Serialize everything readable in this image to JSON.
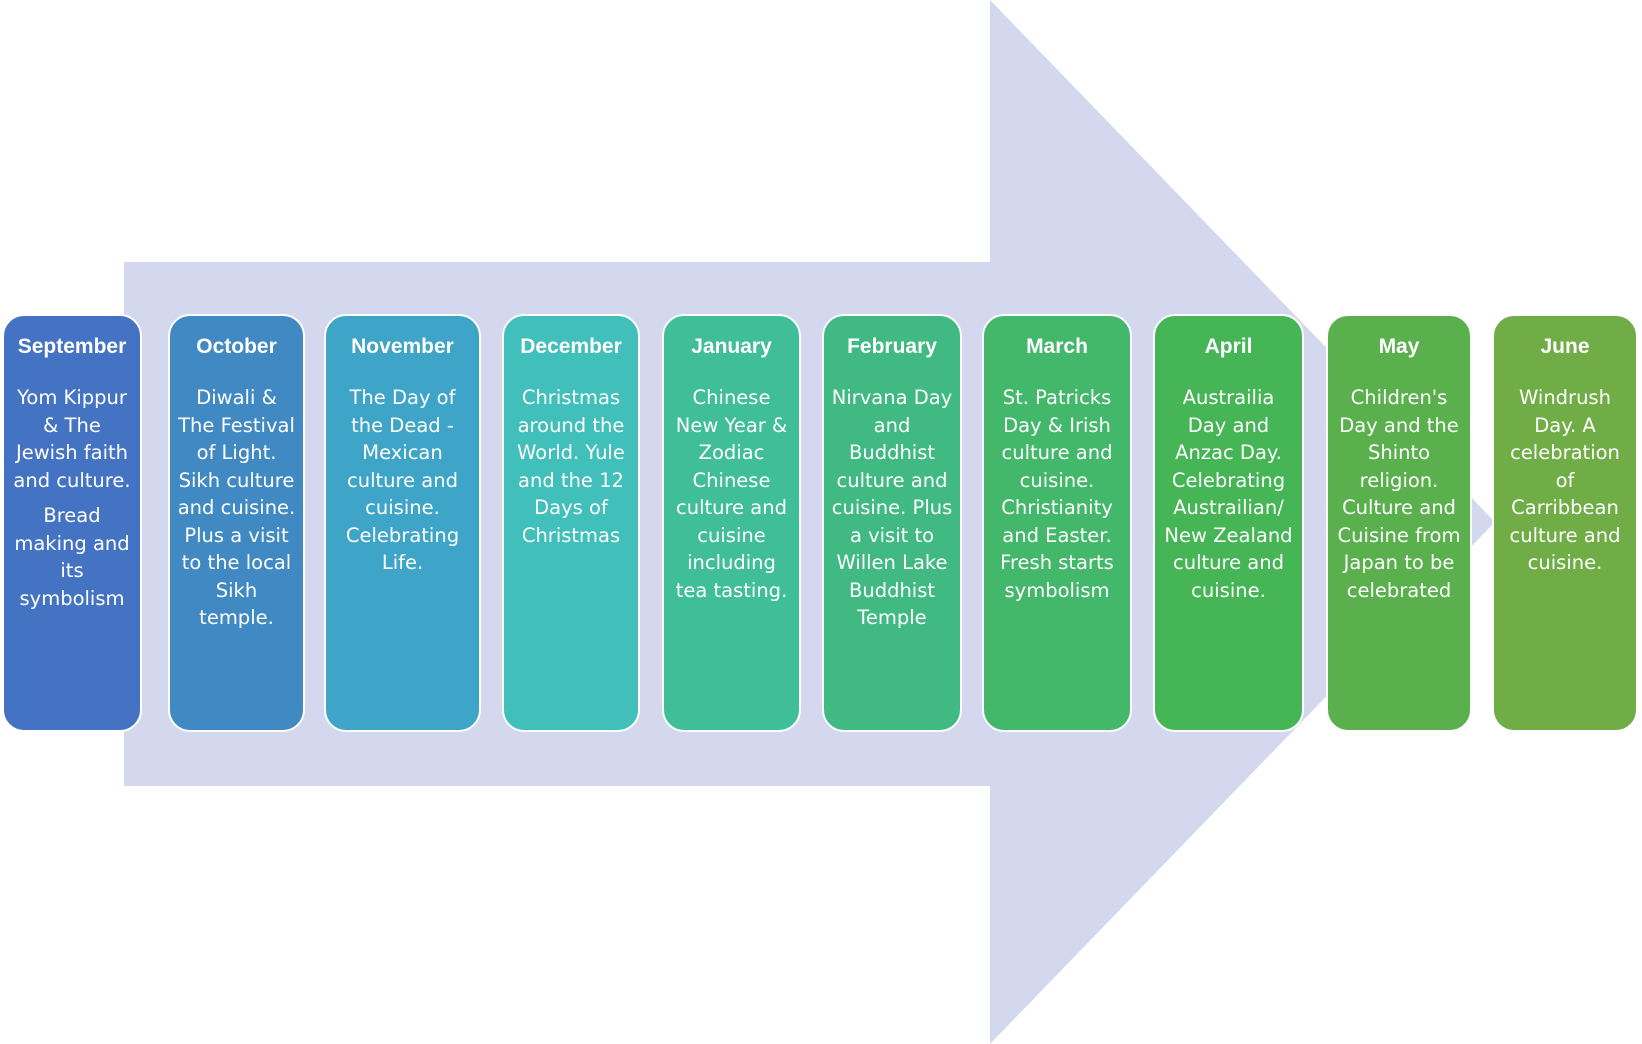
{
  "colors": {
    "arrow": "#d3d8ee",
    "card_text": "#ffffff",
    "card_border": "#ffffff"
  },
  "timeline": [
    {
      "month": "September",
      "text": "Yom Kippur & The Jewish faith and culture.",
      "text2": "Bread making and its symbolism",
      "color": "#4573c4"
    },
    {
      "month": "October",
      "text": "Diwali & The Festival of Light. Sikh culture and cuisine. Plus a visit to the local Sikh temple.",
      "text2": "",
      "color": "#4189c3"
    },
    {
      "month": "November",
      "text": "The Day of the Dead - Mexican culture and cuisine. Celebrating Life.",
      "text2": "",
      "color": "#3ea4c8"
    },
    {
      "month": "December",
      "text": "Christmas around the World. Yule and the 12 Days of Christmas",
      "text2": "",
      "color": "#41bfba"
    },
    {
      "month": "January",
      "text": "Chinese New Year & Zodiac Chinese culture and cuisine including tea tasting.",
      "text2": "",
      "color": "#3fbe97"
    },
    {
      "month": "February",
      "text": "Nirvana Day and Buddhist culture and cuisine. Plus a visit to Willen Lake Buddhist Temple",
      "text2": "",
      "color": "#41b982"
    },
    {
      "month": "March",
      "text": "St. Patricks Day & Irish culture and cuisine. Christianity and Easter. Fresh starts symbolism",
      "text2": "",
      "color": "#43b76a"
    },
    {
      "month": "April",
      "text": "Austrailia Day and Anzac Day. Celebrating Austrailian/ New Zealand culture and cuisine.",
      "text2": "",
      "color": "#45b555"
    },
    {
      "month": "May",
      "text": "Children's Day and the Shinto religion. Culture and Cuisine from Japan to be celebrated",
      "text2": "",
      "color": "#5bb04e"
    },
    {
      "month": "June",
      "text": "Windrush Day.  A celebration of Carribbean culture and cuisine.",
      "text2": "",
      "color": "#70ad47"
    }
  ]
}
